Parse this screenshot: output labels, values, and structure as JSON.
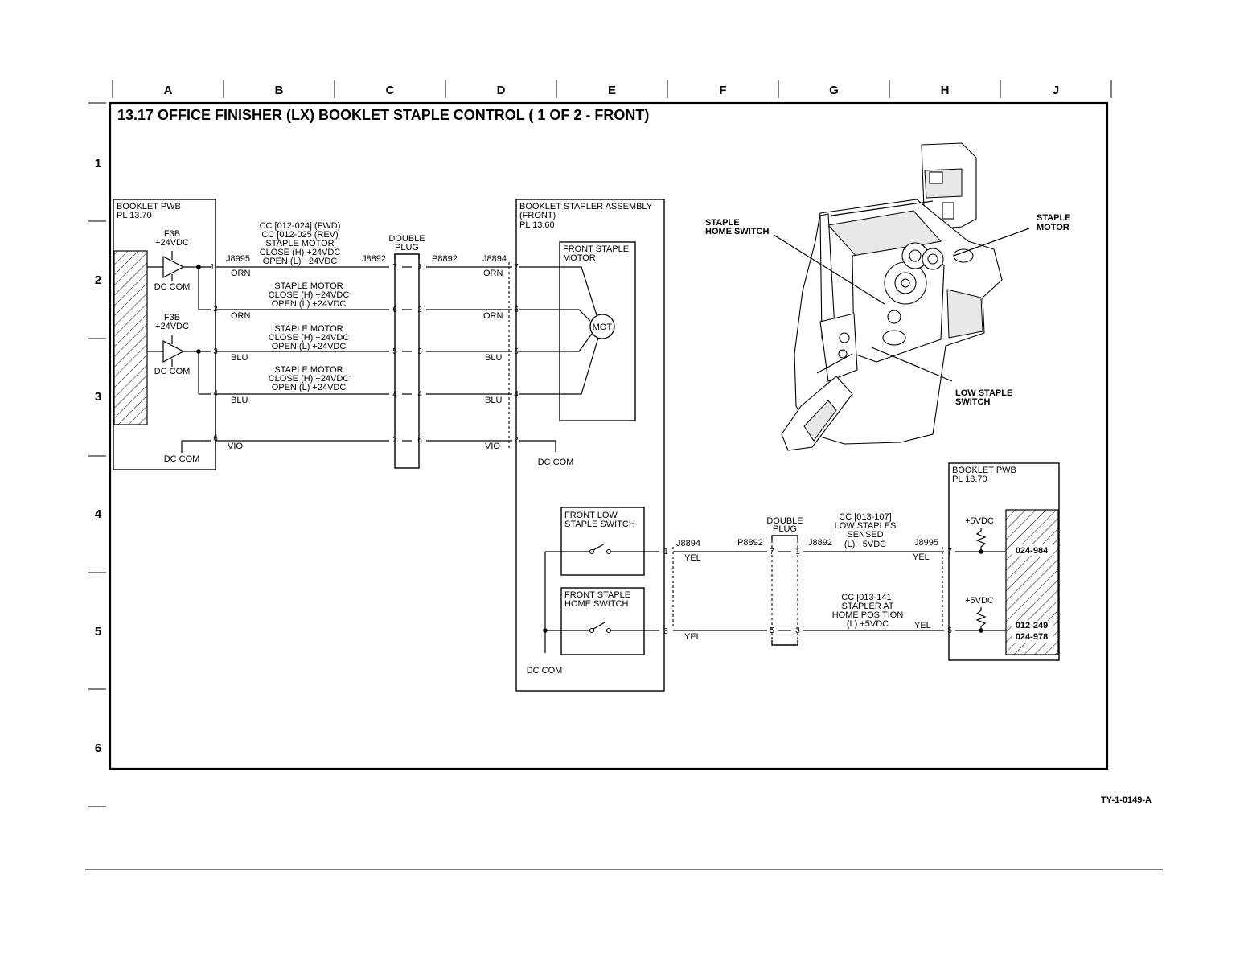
{
  "diagram": {
    "title": "13.17 OFFICE FINISHER (LX) BOOKLET STAPLE CONTROL ( 1 OF 2 - FRONT)",
    "drawing_id": "TY-1-0149-A",
    "columns": [
      "A",
      "B",
      "C",
      "D",
      "E",
      "F",
      "G",
      "H",
      "J"
    ],
    "rows": [
      "1",
      "2",
      "3",
      "4",
      "5",
      "6"
    ],
    "pwb_left": {
      "name": "BOOKLET PWB",
      "pl": "PL 13.70"
    },
    "pwb_right": {
      "name": "BOOKLET PWB",
      "pl": "PL 13.70"
    },
    "stapler_assembly": {
      "line1": "BOOKLET STAPLER ASSEMBLY",
      "line2": "(FRONT)",
      "pl": "PL 13.60"
    },
    "motor": {
      "line1": "FRONT STAPLE",
      "line2": "MOTOR",
      "symbol": "MOT"
    },
    "low_switch": {
      "line1": "FRONT LOW",
      "line2": "STAPLE SWITCH"
    },
    "home_switch": {
      "line1": "FRONT STAPLE",
      "line2": "HOME SWITCH"
    },
    "fuse_label": "F3B",
    "v24": "+24VDC",
    "v5": "+5VDC",
    "dc_com": "DC COM",
    "double_plug_1": "DOUBLE",
    "double_plug_2": "PLUG",
    "connectors": {
      "j8995": "J8995",
      "j8892": "J8892",
      "p8892": "P8892",
      "j8894": "J8894"
    },
    "cc_fwd": "CC [012-024] (FWD)",
    "cc_rev": "CC [012-025 (REV)",
    "staple_motor": "STAPLE MOTOR",
    "close_h": "CLOSE (H) +24VDC",
    "open_l": "OPEN (L) +24VDC",
    "cc_low": {
      "line1": "CC [013-107]",
      "line2": "LOW STAPLES",
      "line3": "SENSED",
      "line4": "(L) +5VDC"
    },
    "cc_home": {
      "line1": "CC [013-141]",
      "line2": "STAPLER AT",
      "line3": "HOME POSITION",
      "line4": "(L) +5VDC"
    },
    "wires": {
      "orn": "ORN",
      "blu": "BLU",
      "vio": "VIO",
      "yel": "YEL"
    },
    "pins": [
      "1",
      "2",
      "3",
      "4",
      "5",
      "6",
      "7"
    ],
    "codes": {
      "c1": "024-984",
      "c2": "012-249",
      "c3": "024-978"
    },
    "callouts": {
      "home_1": "STAPLE",
      "home_2": "HOME SWITCH",
      "motor_1": "STAPLE",
      "motor_2": "MOTOR",
      "low_1": "LOW STAPLE",
      "low_2": "SWITCH"
    }
  }
}
